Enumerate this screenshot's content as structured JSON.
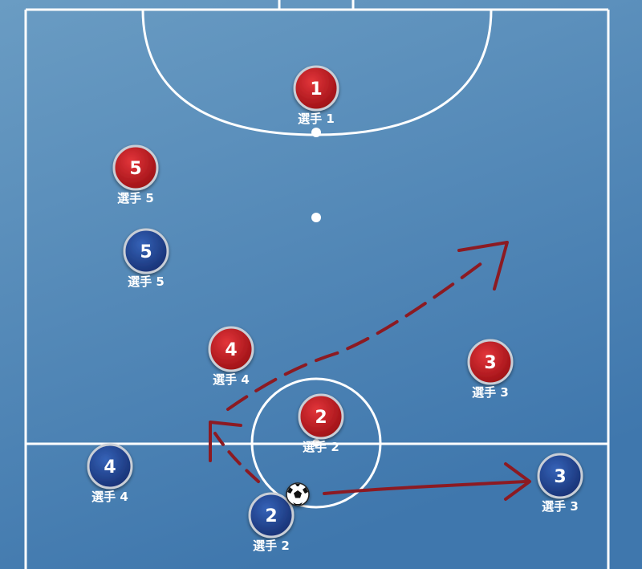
{
  "colors": {
    "court_top": "#6a9cc3",
    "court_bottom": "#3f77ad",
    "line": "#ffffff",
    "red_team": "#b8141a",
    "blue_team": "#1e3f8f",
    "arrow": "#8c1a22"
  },
  "players": [
    {
      "id": "r1",
      "team": "red",
      "number": "1",
      "label": "選手 1"
    },
    {
      "id": "r5",
      "team": "red",
      "number": "5",
      "label": "選手 5"
    },
    {
      "id": "b5",
      "team": "blue",
      "number": "5",
      "label": "選手 5"
    },
    {
      "id": "r4",
      "team": "red",
      "number": "4",
      "label": "選手 4"
    },
    {
      "id": "r3",
      "team": "red",
      "number": "3",
      "label": "選手 3"
    },
    {
      "id": "r2",
      "team": "red",
      "number": "2",
      "label": "選手 2"
    },
    {
      "id": "b4",
      "team": "blue",
      "number": "4",
      "label": "選手 4"
    },
    {
      "id": "b3",
      "team": "blue",
      "number": "3",
      "label": "選手 3"
    },
    {
      "id": "b2",
      "team": "blue",
      "number": "2",
      "label": "選手 2"
    }
  ],
  "ball": {
    "icon": "soccer-ball-icon"
  }
}
